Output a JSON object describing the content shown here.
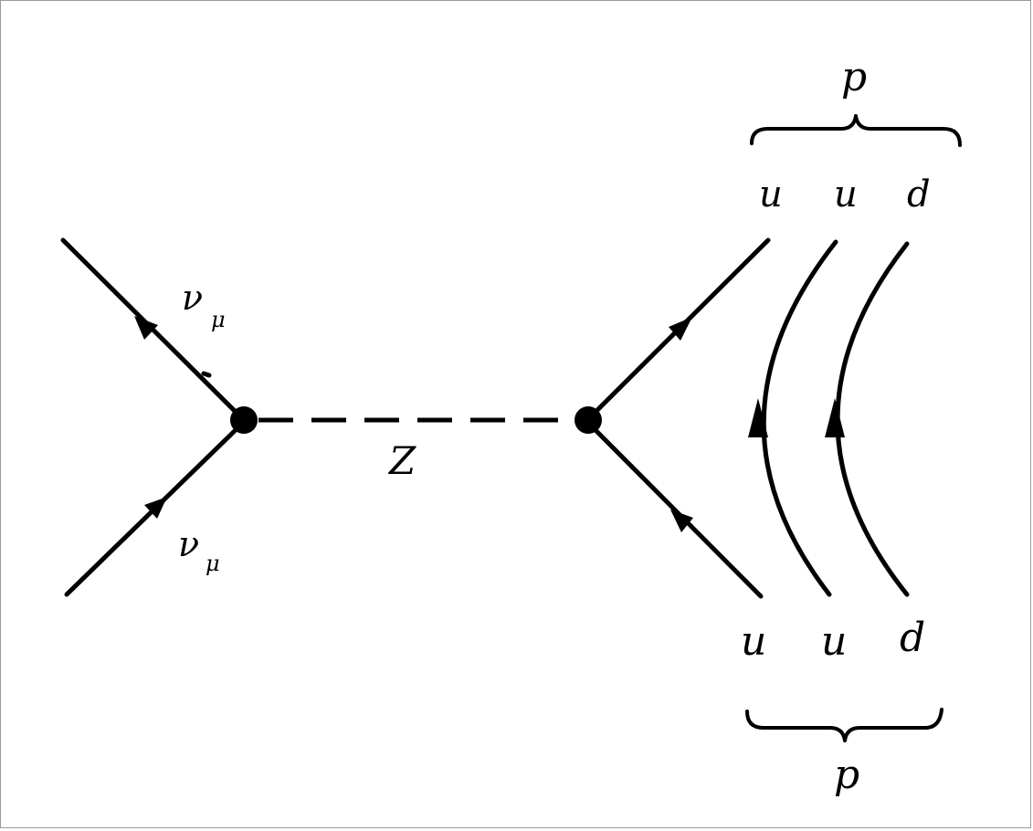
{
  "labels": {
    "nu_top": "ν",
    "nu_top_sub": "μ",
    "nu_bottom": "ν",
    "nu_bottom_sub": "μ",
    "boson": "Z",
    "proton_top": "p",
    "proton_bottom": "p",
    "quarks_top": [
      "u",
      "u",
      "d"
    ],
    "quarks_bottom": [
      "u",
      "u",
      "d"
    ]
  },
  "colors": {
    "ink": "#000000",
    "background": "#ffffff",
    "border": "#9a9a9a"
  }
}
